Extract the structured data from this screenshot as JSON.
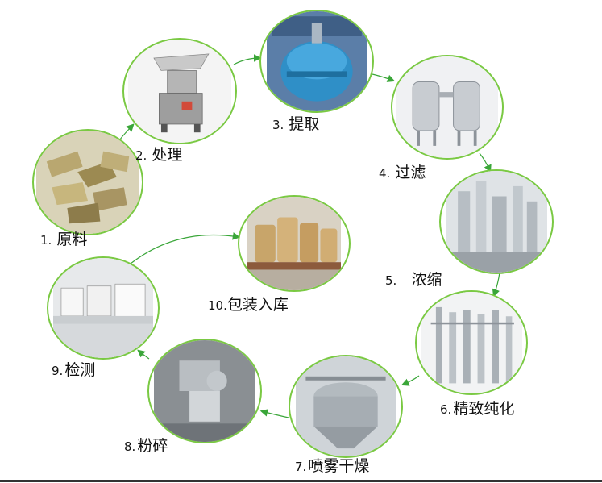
{
  "steps": [
    {
      "num": "1.",
      "label": "原料"
    },
    {
      "num": "2.",
      "label": "处理"
    },
    {
      "num": "3.",
      "label": "提取"
    },
    {
      "num": "4.",
      "label": "过滤"
    },
    {
      "num": "5.",
      "label": "浓缩"
    },
    {
      "num": "6.",
      "label": "精致纯化"
    },
    {
      "num": "7.",
      "label": "喷雾干燥"
    },
    {
      "num": "8.",
      "label": "粉碎"
    },
    {
      "num": "9.",
      "label": "检测"
    },
    {
      "num": "10.",
      "label": "包装入库"
    }
  ],
  "colors": {
    "ring": "#7ac943",
    "arrow": "#3aa639"
  }
}
